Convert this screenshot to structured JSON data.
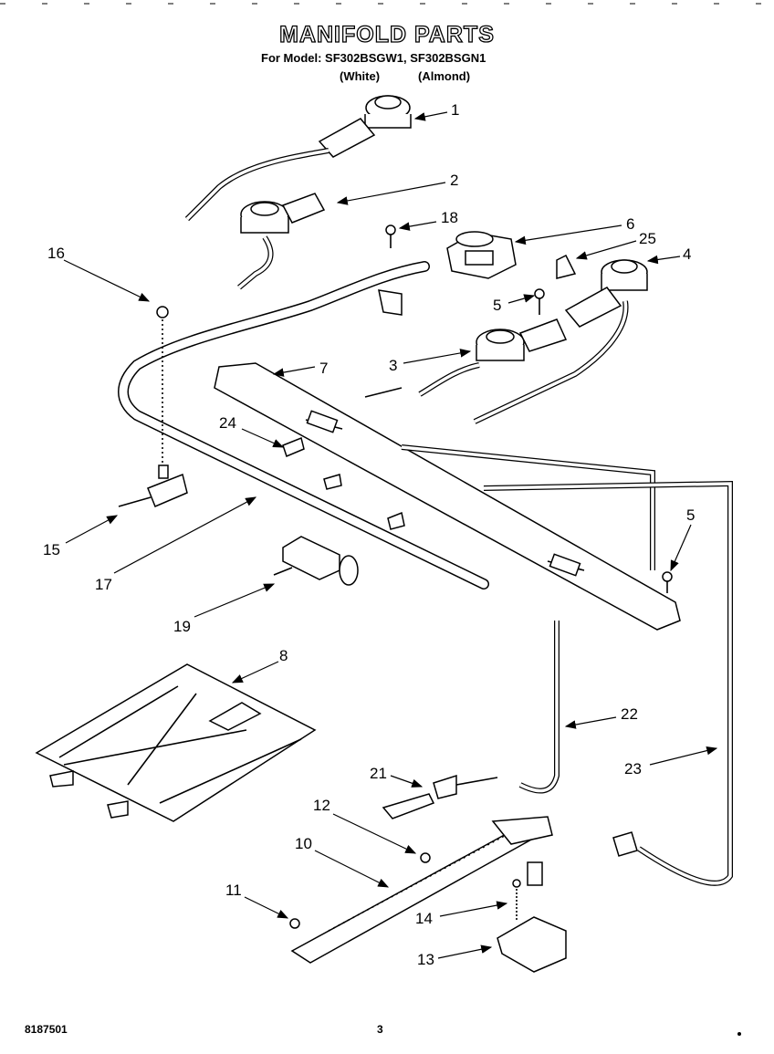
{
  "title": "MANIFOLD PARTS",
  "subtitle": "For Model: SF302BSGW1, SF302BSGN1",
  "variants": [
    "(White)",
    "(Almond)"
  ],
  "footer": {
    "doc_number": "8187501",
    "page_number": "3"
  },
  "callouts": [
    "1",
    "2",
    "18",
    "6",
    "25",
    "4",
    "16",
    "5",
    "3",
    "7",
    "24",
    "15",
    "17",
    "5",
    "19",
    "8",
    "22",
    "21",
    "23",
    "12",
    "10",
    "11",
    "14",
    "13"
  ]
}
